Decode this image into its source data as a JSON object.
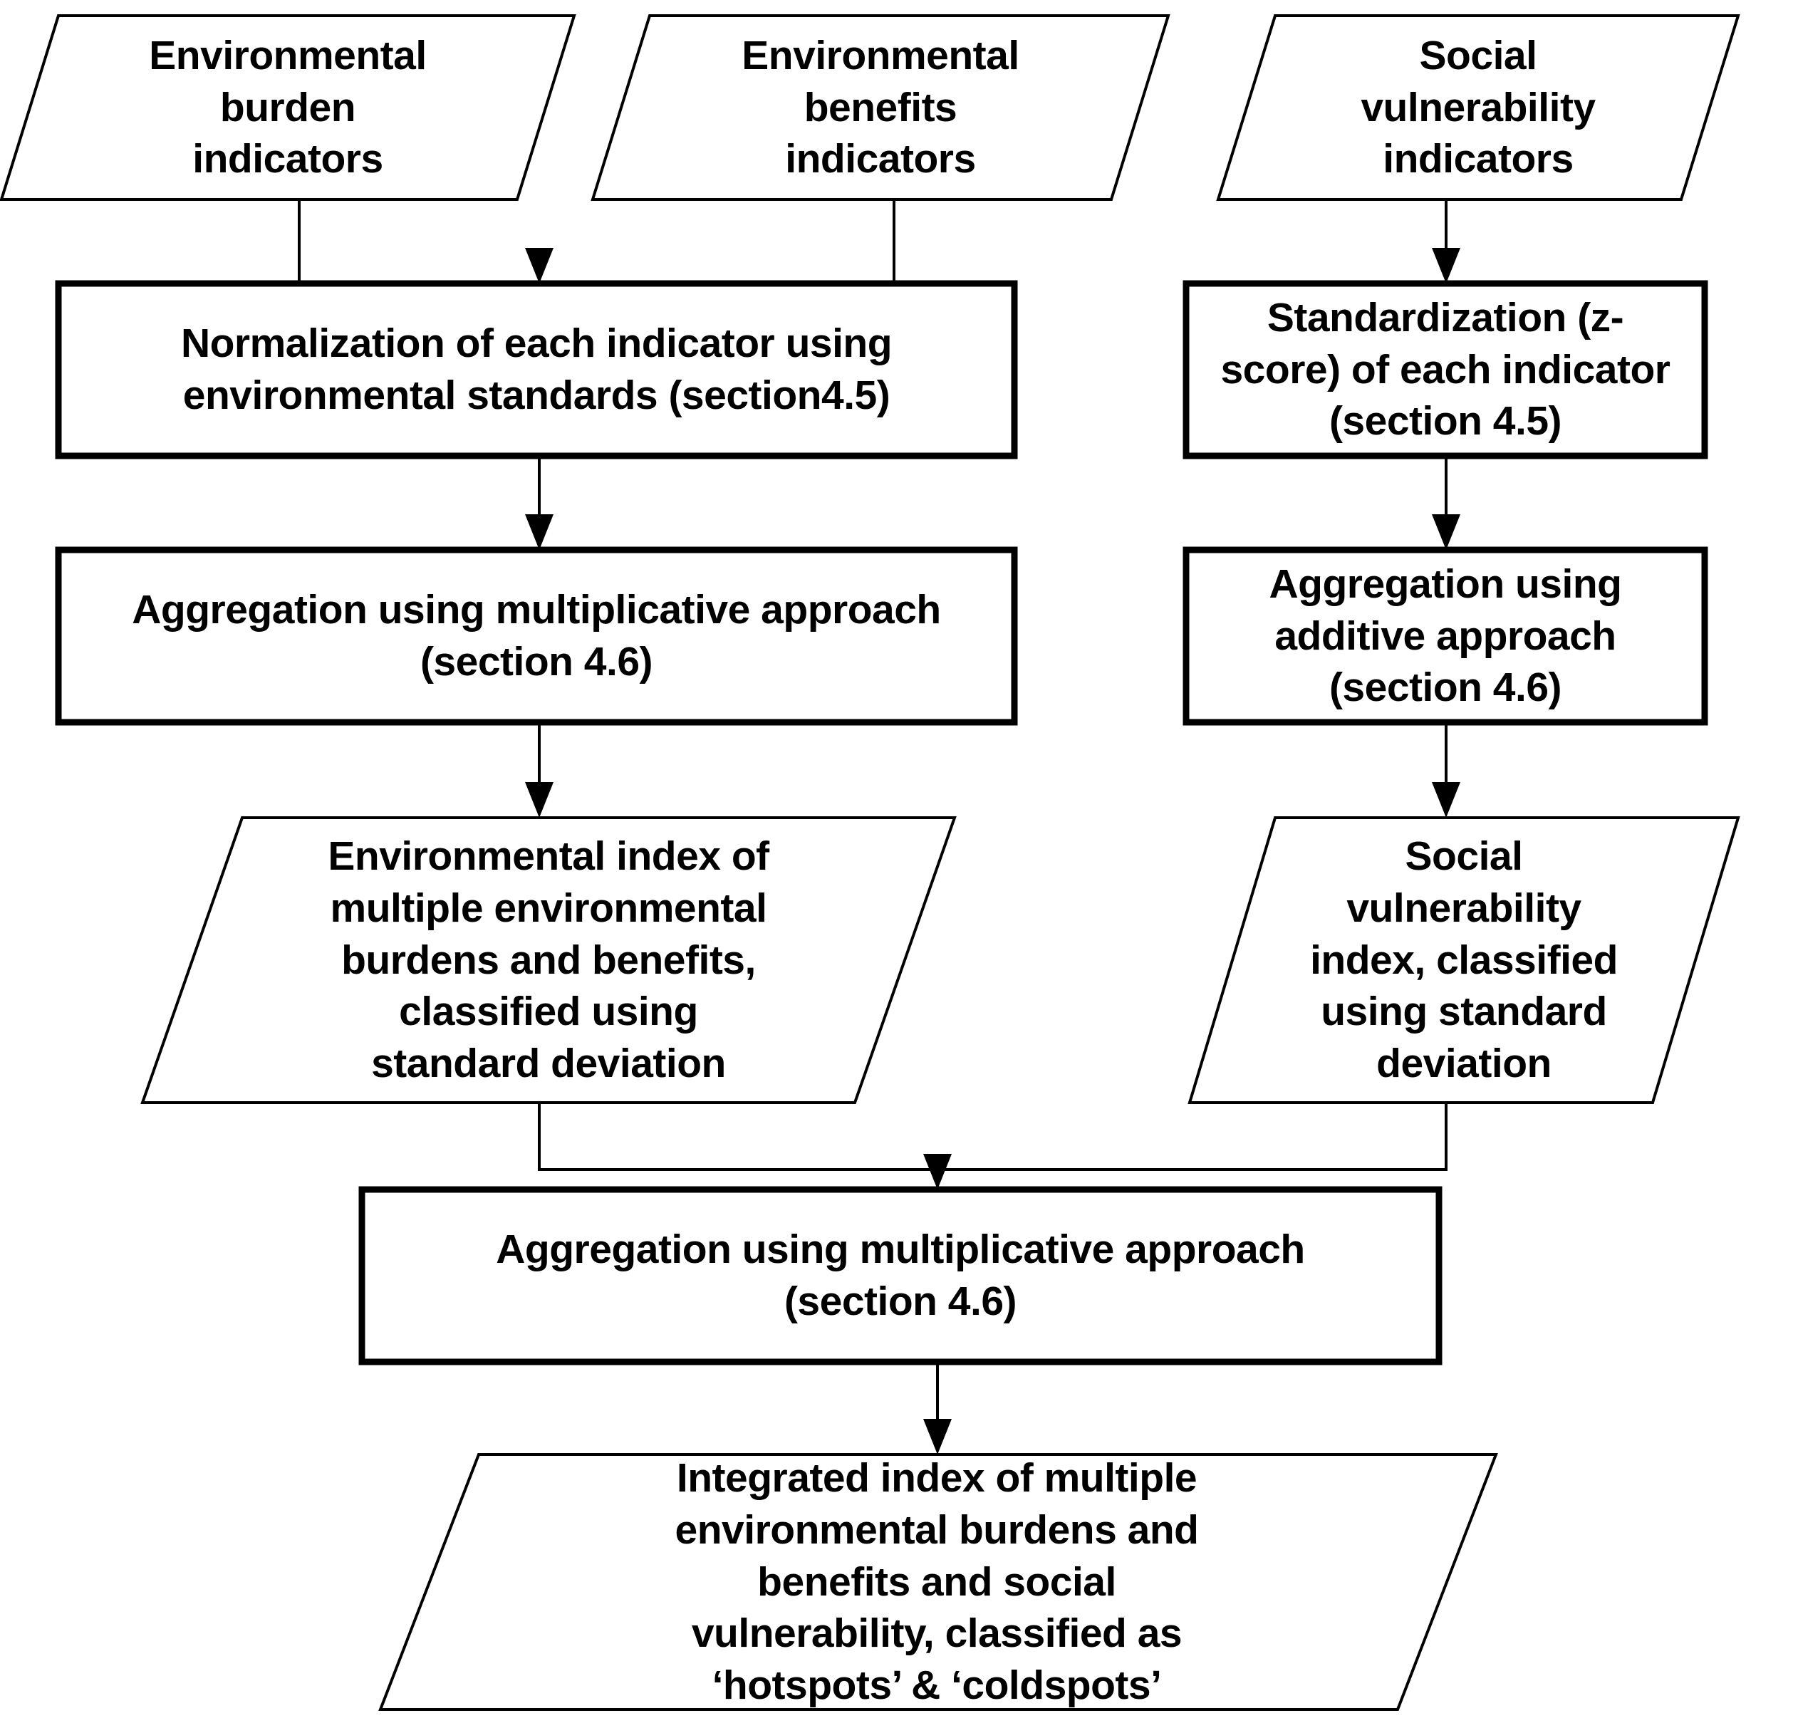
{
  "diagram": {
    "title": "Methodological flowchart for constructing an integrated index of environmental burdens, benefits and social vulnerability",
    "type": "flowchart",
    "background_color": "#ffffff",
    "line_color": "#000000",
    "text_color": "#000000",
    "nodes": [
      {
        "id": "env-burden-indicators",
        "shape": "parallelogram",
        "text": "Environmental\nburden\nindicators"
      },
      {
        "id": "env-benefits-indicators",
        "shape": "parallelogram",
        "text": "Environmental\nbenefits\nindicators"
      },
      {
        "id": "social-vulnerability-indicators",
        "shape": "parallelogram",
        "text": "Social\nvulnerability\nindicators"
      },
      {
        "id": "normalization",
        "shape": "rectangle",
        "text": "Normalization of each indicator using\nenvironmental standards (section4.5)"
      },
      {
        "id": "standardization",
        "shape": "rectangle",
        "text": "Standardization (z-\nscore) of each indicator\n(section 4.5)"
      },
      {
        "id": "aggregation-multiplicative-left",
        "shape": "rectangle",
        "text": "Aggregation using multiplicative approach\n(section 4.6)"
      },
      {
        "id": "aggregation-additive-right",
        "shape": "rectangle",
        "text": "Aggregation using\nadditive approach\n(section 4.6)"
      },
      {
        "id": "environmental-index",
        "shape": "parallelogram",
        "text": "Environmental index of\nmultiple environmental\nburdens and benefits,\nclassified using\nstandard deviation"
      },
      {
        "id": "social-vulnerability-index",
        "shape": "parallelogram",
        "text": "Social\nvulnerability\nindex, classified\nusing standard\ndeviation"
      },
      {
        "id": "aggregation-multiplicative-final",
        "shape": "rectangle",
        "text": "Aggregation using multiplicative approach\n(section 4.6)"
      },
      {
        "id": "integrated-index",
        "shape": "parallelogram",
        "text": "Integrated index of multiple\nenvironmental burdens and\nbenefits and social\nvulnerability, classified as\n‘hotspots’ & ‘coldspots’"
      }
    ],
    "edges": [
      {
        "from": "env-burden-indicators",
        "to": "normalization",
        "style": "merge-arrow"
      },
      {
        "from": "env-benefits-indicators",
        "to": "normalization",
        "style": "merge-arrow"
      },
      {
        "from": "social-vulnerability-indicators",
        "to": "standardization",
        "style": "arrow"
      },
      {
        "from": "normalization",
        "to": "aggregation-multiplicative-left",
        "style": "arrow"
      },
      {
        "from": "standardization",
        "to": "aggregation-additive-right",
        "style": "arrow"
      },
      {
        "from": "aggregation-multiplicative-left",
        "to": "environmental-index",
        "style": "arrow"
      },
      {
        "from": "aggregation-additive-right",
        "to": "social-vulnerability-index",
        "style": "arrow"
      },
      {
        "from": "environmental-index",
        "to": "aggregation-multiplicative-final",
        "style": "merge-arrow"
      },
      {
        "from": "social-vulnerability-index",
        "to": "aggregation-multiplicative-final",
        "style": "merge-arrow"
      },
      {
        "from": "aggregation-multiplicative-final",
        "to": "integrated-index",
        "style": "arrow"
      }
    ]
  }
}
